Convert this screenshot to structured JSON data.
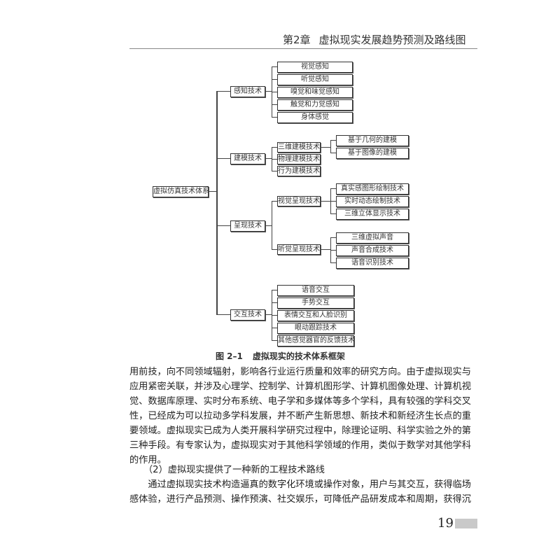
{
  "header": {
    "chapter": "第2章",
    "title": "虚拟现实发展趋势预测及路线图"
  },
  "diagram": {
    "root": "虚拟仿真技术体系",
    "groups": [
      {
        "label": "感知技术",
        "children": [
          "视觉感知",
          "听觉感知",
          "嗅觉和味觉感知",
          "触觉和力觉感知",
          "身体感觉"
        ]
      },
      {
        "label": "建模技术",
        "children": [
          "三维建模技术",
          "物理建模技术",
          "行为建模技术"
        ],
        "sub": {
          "三维建模技术": [
            "基于几何的建模",
            "基于图像的建模"
          ]
        }
      },
      {
        "label": "呈现技术",
        "children": [
          "视觉呈现技术",
          "听觉呈现技术"
        ],
        "sub": {
          "视觉呈现技术": [
            "真实感图形绘制技术",
            "实时动态绘制技术",
            "三维立体显示技术"
          ],
          "听觉呈现技术": [
            "三维虚拟声音",
            "声音合成技术",
            "语音识别技术"
          ]
        }
      },
      {
        "label": "交互技术",
        "children": [
          "语音交互",
          "手势交互",
          "表情交互和人脸识别",
          "眼动跟踪技术",
          "其他感觉器官的反馈技术"
        ]
      }
    ],
    "caption_num": "图 2–1",
    "caption_text": "虚拟现实的技术体系框架"
  },
  "body": {
    "paragraph1": [
      "用前技，向不同领域辐射，影响各行业运行质量和效率的研究方向。由于虚拟现实与",
      "应用紧密关联，并涉及心理学、控制学、计算机图形学、计算机图像处理、计算机视",
      "觉、数据库原理、实时分布系统、电子学和多媒体等多个学科，具有较强的学科交叉",
      "性，已经成为可以拉动多学科发展，并不断产生新思想、新技术和新经济生长点的重",
      "要领域。虚拟现实已成为人类开展科学研究过程中，除理论证明、科学实验之外的第",
      "三种手段。有专家认为，虚拟现实对于其他科学领域的作用，类似于数学对其他学科",
      "的作用。"
    ],
    "subheading": "（2）虚拟现实提供了一种新的工程技术路线",
    "paragraph2": [
      "　　通过虚拟现实技术构造逼真的数字化环境或操作对象，用户与其交互，获得临场",
      "感体验，进行产品预测、操作预演、社交娱乐，可降低产品研发成本和周期，获得沉"
    ]
  },
  "footer": {
    "page_number": "19"
  }
}
